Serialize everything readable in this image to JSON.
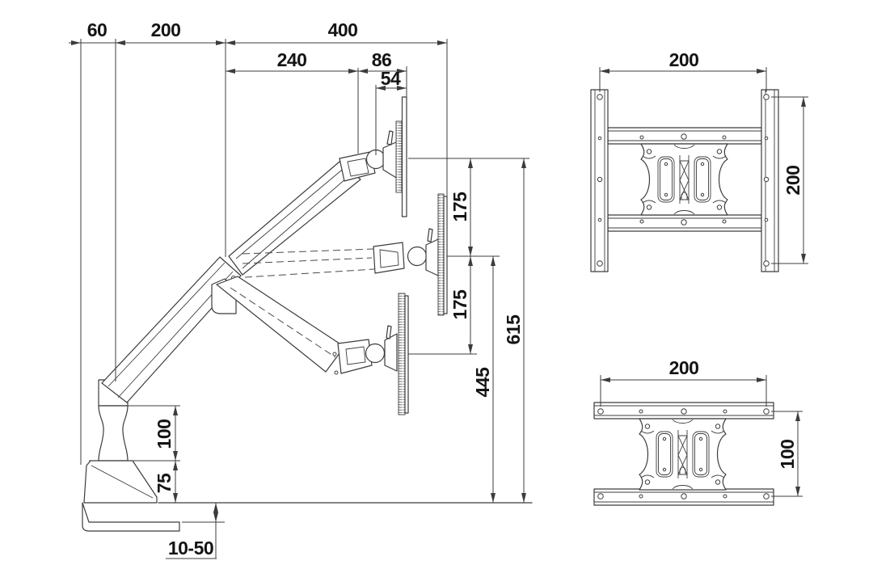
{
  "drawing": {
    "background": "#ffffff",
    "line_color": "#3c3c3c",
    "text_color": "#141414",
    "side_view": {
      "horizontal_dims": {
        "clamp_offset": "60",
        "arm_rear": "200",
        "arm_front": "400",
        "forearm": "240",
        "head": "86",
        "vesa_depth": "54"
      },
      "vertical_dims": {
        "travel_upper": "175",
        "travel_lower": "175",
        "height_max": "615",
        "height_mid": "445",
        "riser": "100",
        "base": "75"
      },
      "desk_thickness_range": "10-50"
    },
    "vesa_200x200": {
      "width": "200",
      "height": "200"
    },
    "vesa_200x100": {
      "width": "200",
      "height": "100"
    }
  }
}
